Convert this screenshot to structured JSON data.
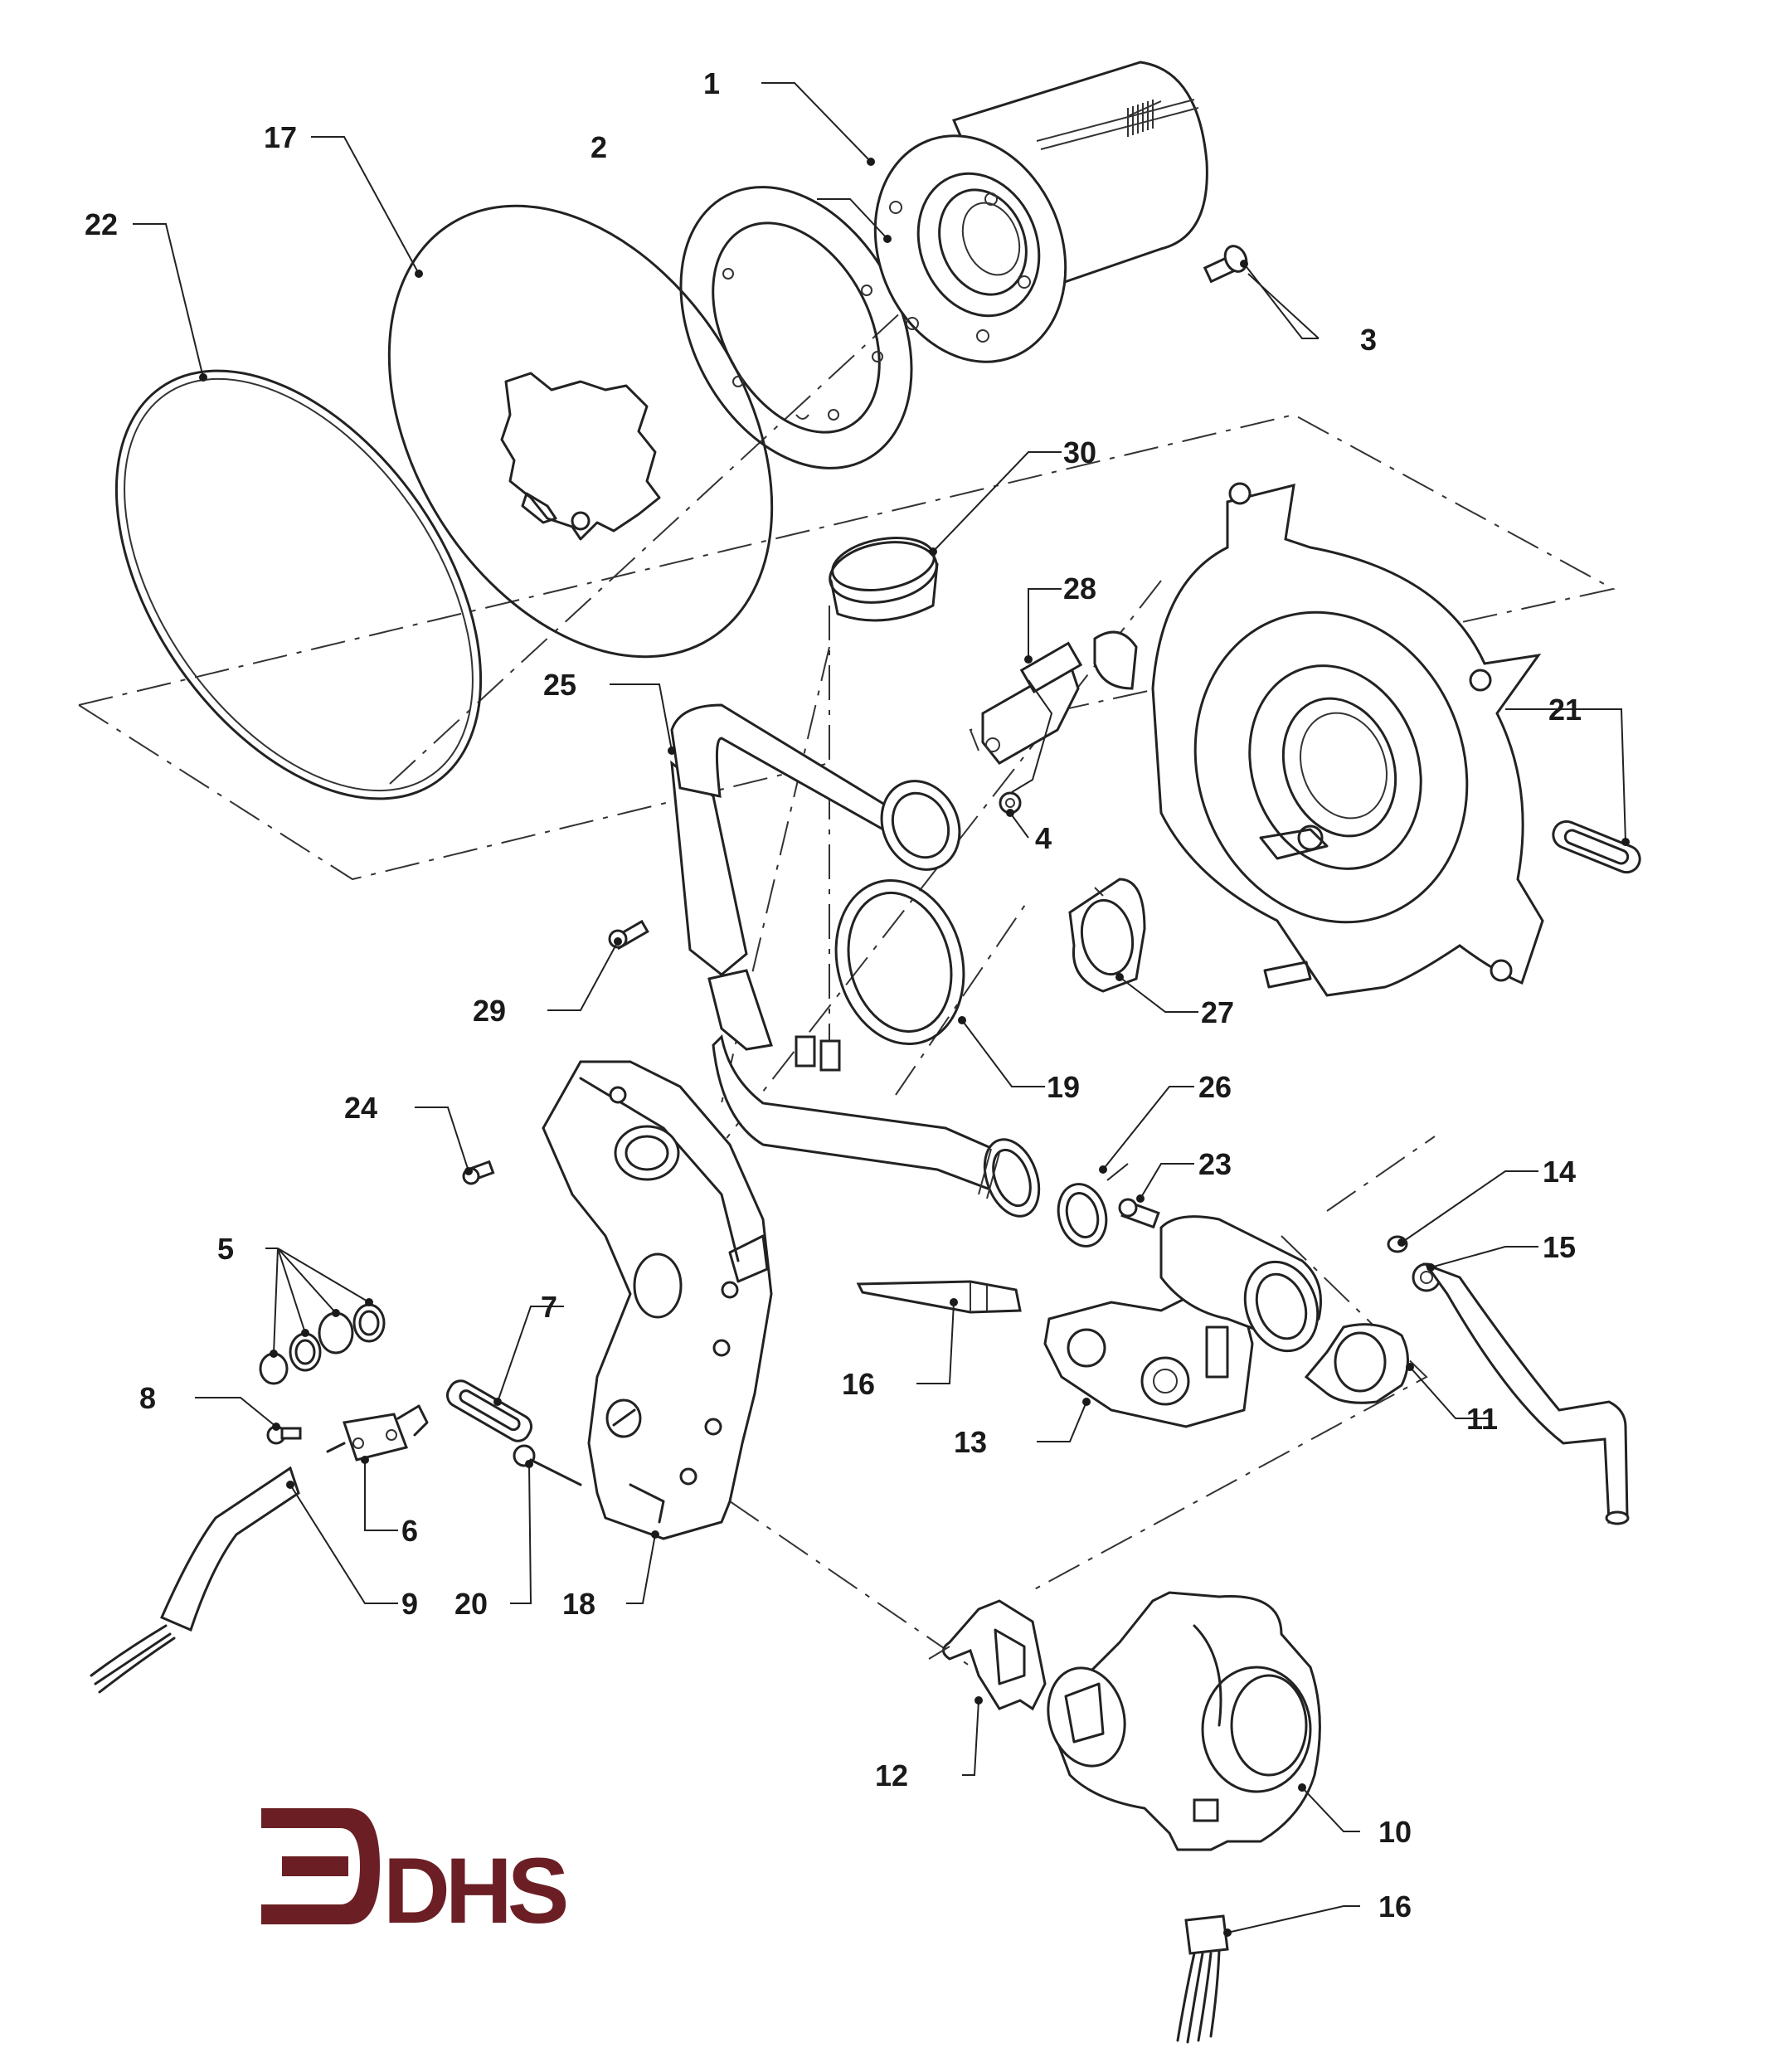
{
  "brand": {
    "logo_text": "DHS",
    "color": "#6b1f24"
  },
  "colors": {
    "line": "#222222",
    "background": "#ffffff"
  },
  "callouts": {
    "c1": "1",
    "c2": "2",
    "c3": "3",
    "c4": "4",
    "c5": "5",
    "c6": "6",
    "c7": "7",
    "c8": "8",
    "c9": "9",
    "c10": "10",
    "c11": "11",
    "c12": "12",
    "c13": "13",
    "c14": "14",
    "c15": "15",
    "c16a": "16",
    "c16b": "16",
    "c17": "17",
    "c18": "18",
    "c19": "19",
    "c20": "20",
    "c21": "21",
    "c22": "22",
    "c23": "23",
    "c24": "24",
    "c25": "25",
    "c26": "26",
    "c27": "27",
    "c28": "28",
    "c29": "29",
    "c30": "30"
  }
}
